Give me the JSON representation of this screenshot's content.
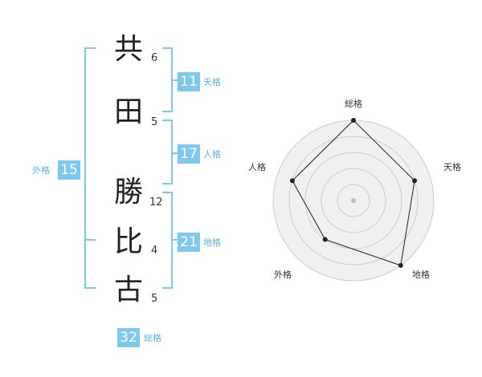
{
  "name": {
    "characters": [
      {
        "char": "共",
        "strokes": "6"
      },
      {
        "char": "田",
        "strokes": "5"
      },
      {
        "char": "勝",
        "strokes": "12"
      },
      {
        "char": "比",
        "strokes": "4"
      },
      {
        "char": "古",
        "strokes": "5"
      }
    ]
  },
  "scores": {
    "tenkaku": {
      "value": "11",
      "label": "天格"
    },
    "jinkaku": {
      "value": "17",
      "label": "人格"
    },
    "chikaku": {
      "value": "21",
      "label": "地格"
    },
    "gaikaku": {
      "value": "15",
      "label": "外格"
    },
    "soukaku": {
      "value": "32",
      "label": "総格"
    }
  },
  "radar": {
    "axes": [
      "総格",
      "天格",
      "地格",
      "外格",
      "人格"
    ],
    "levels": 5,
    "values": [
      1.0,
      0.8,
      1.0,
      0.6,
      0.8
    ],
    "colors": {
      "ring": "#cccccc",
      "fill": "#f0f0f0",
      "line": "#222222",
      "point": "#222222",
      "center": "#bbbbbb"
    }
  }
}
